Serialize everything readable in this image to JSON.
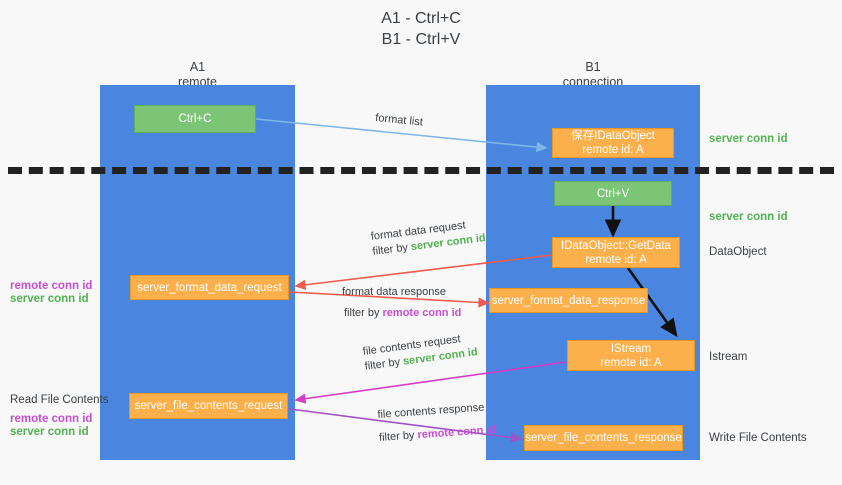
{
  "title": {
    "line1": "A1 - Ctrl+C",
    "line2": "B1 - Ctrl+V"
  },
  "columns": [
    {
      "name": "A1",
      "sub": "remote"
    },
    {
      "name": "B1",
      "sub": "connection"
    }
  ],
  "colors": {
    "lane": "#4a86e0",
    "green_box": "#7cc576",
    "orange_box": "#fbb04c",
    "server_conn_id": "#52b152",
    "remote_conn_id": "#c54fd0",
    "arrow_blue": "#7eb6e8",
    "arrow_red": "#ef5b4c",
    "arrow_black": "#111111",
    "arrow_magenta": "#d63bc8",
    "arrow_purple": "#a052c8",
    "dash_line": "#222222",
    "background": "#f8f8f8"
  },
  "nodes": {
    "ctrl_c": {
      "label": "Ctrl+C"
    },
    "ctrl_v": {
      "label": "Ctrl+V"
    },
    "save_idataobject": {
      "line1": "保存IDataObject",
      "line2": "remote id: A"
    },
    "getdata": {
      "line1": "IDataObject::GetData",
      "line2": "remote id: A"
    },
    "istream": {
      "line1": "IStream",
      "line2": "remote id: A"
    },
    "server_format_data_request": {
      "label": "server_format_data_request"
    },
    "server_format_data_response": {
      "label": "server_format_data_response"
    },
    "server_file_contents_request": {
      "label": "server_file_contents_request"
    },
    "server_file_contents_response": {
      "label": "server_file_contents_response"
    }
  },
  "right_labels": {
    "server_conn_id_top": "server conn id",
    "server_conn_id_mid": "server conn id",
    "dataobject": "DataObject",
    "istream": "Istream",
    "write_file_contents": "Write File Contents"
  },
  "left_labels": {
    "remote_conn_id_mid": "remote conn id",
    "server_conn_id_mid": "server conn id",
    "read_file_contents": "Read File Contents",
    "remote_conn_id_bottom": "remote conn id",
    "server_conn_id_bottom": "server conn id"
  },
  "edges": [
    {
      "id": "format-list",
      "caption": "format list",
      "filter_prefix": "",
      "filter_value": "",
      "color": "#7eb6e8"
    },
    {
      "id": "format-data-request",
      "caption": "format data request",
      "filter_prefix": "filter by ",
      "filter_value": "server conn id",
      "color": "#ef5b4c"
    },
    {
      "id": "format-data-response",
      "caption": "format data response",
      "filter_prefix": "filter by ",
      "filter_value": "remote conn id",
      "color": "#ef5b4c"
    },
    {
      "id": "file-contents-request",
      "caption": "file contents request",
      "filter_prefix": "filter by ",
      "filter_value": "server conn id",
      "color": "#d63bc8"
    },
    {
      "id": "file-contents-response",
      "caption": "file contents response",
      "filter_prefix": "filter by ",
      "filter_value": "remote conn id",
      "color": "#a052c8"
    }
  ]
}
